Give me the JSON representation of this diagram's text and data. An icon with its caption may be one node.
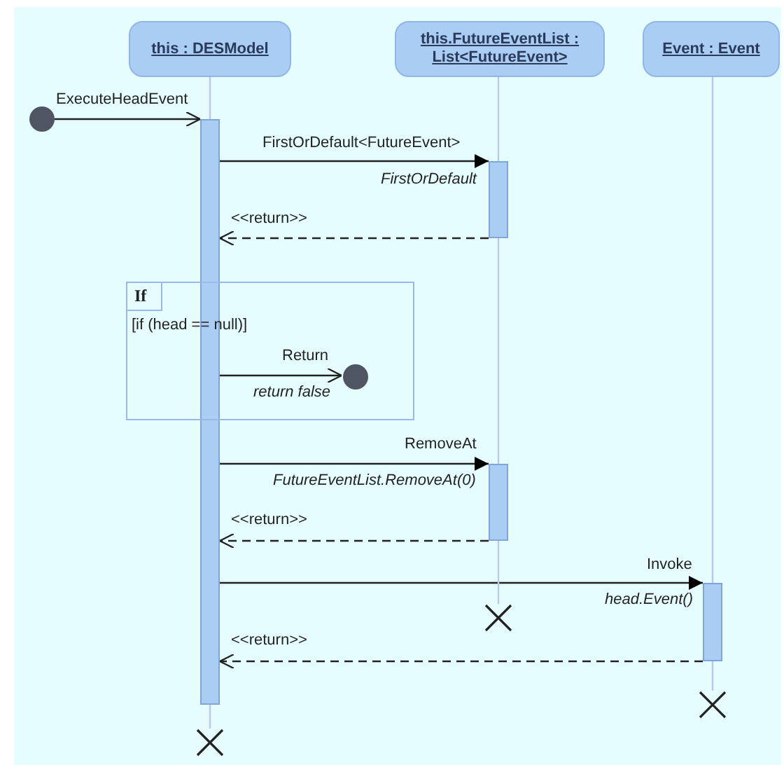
{
  "diagram": {
    "nodes": [
      {
        "text": [
          "this : DESModel"
        ]
      },
      {
        "text": [
          "this.FutureEventList : List<FutureEvent>"
        ]
      },
      {
        "text": [
          "Event : Event"
        ]
      },
      {
        "text": [],
        "shape": "circle"
      },
      {
        "text": [],
        "shape": "bar"
      },
      {
        "text": [],
        "shape": "bar",
        "beside": [
          "FirstOrDefault"
        ]
      },
      {
        "text": [
          "If",
          "[if (head == null)]"
        ]
      },
      {
        "text": [],
        "shape": "circle",
        "in": 6
      },
      {
        "text": [],
        "shape": "bar",
        "beside": [
          "FutureEventList.RemoveAt(0)"
        ]
      },
      {
        "text": [],
        "shape": "bar",
        "beside": [
          "head.Event()"
        ]
      },
      {
        "text": [],
        "shape": "cross"
      },
      {
        "text": [],
        "shape": "cross"
      },
      {
        "text": [],
        "shape": "cross"
      }
    ],
    "edges": [
      {
        "from": 3,
        "to": 4,
        "arrow": "to",
        "label": "ExecuteHeadEvent"
      },
      {
        "from": 4,
        "to": 5,
        "arrow": "to",
        "label": "FirstOrDefault<FutureEvent>"
      },
      {
        "from": 5,
        "to": 4,
        "arrow": "to",
        "label": "<<return>>",
        "style": "dashed"
      },
      {
        "from": 4,
        "to": 7,
        "arrow": "to",
        "label": "Return"
      },
      {
        "from": 4,
        "to": 8,
        "arrow": "to",
        "label": "RemoveAt"
      },
      {
        "from": 8,
        "to": 4,
        "arrow": "to",
        "label": "<<return>>",
        "style": "dashed"
      },
      {
        "from": 4,
        "to": 9,
        "arrow": "to",
        "label": "Invoke"
      },
      {
        "from": 9,
        "to": 4,
        "arrow": "to",
        "label": "<<return>>",
        "style": "dashed"
      },
      {
        "from": 0,
        "to": 4,
        "arrow": "none",
        "color": "#b8c8f0"
      },
      {
        "from": 4,
        "to": 12,
        "arrow": "none",
        "color": "#b8c8f0"
      },
      {
        "from": 1,
        "to": 5,
        "arrow": "none",
        "color": "#b8c8f0"
      },
      {
        "from": 5,
        "to": 8,
        "arrow": "none",
        "color": "#b8c8f0"
      },
      {
        "from": 8,
        "to": 10,
        "arrow": "none",
        "color": "#b8c8f0"
      },
      {
        "from": 2,
        "to": 9,
        "arrow": "none",
        "color": "#b8c8f0"
      },
      {
        "from": 9,
        "to": 11,
        "arrow": "none",
        "color": "#b8c8f0"
      }
    ],
    "labels": [
      "return false"
    ]
  }
}
